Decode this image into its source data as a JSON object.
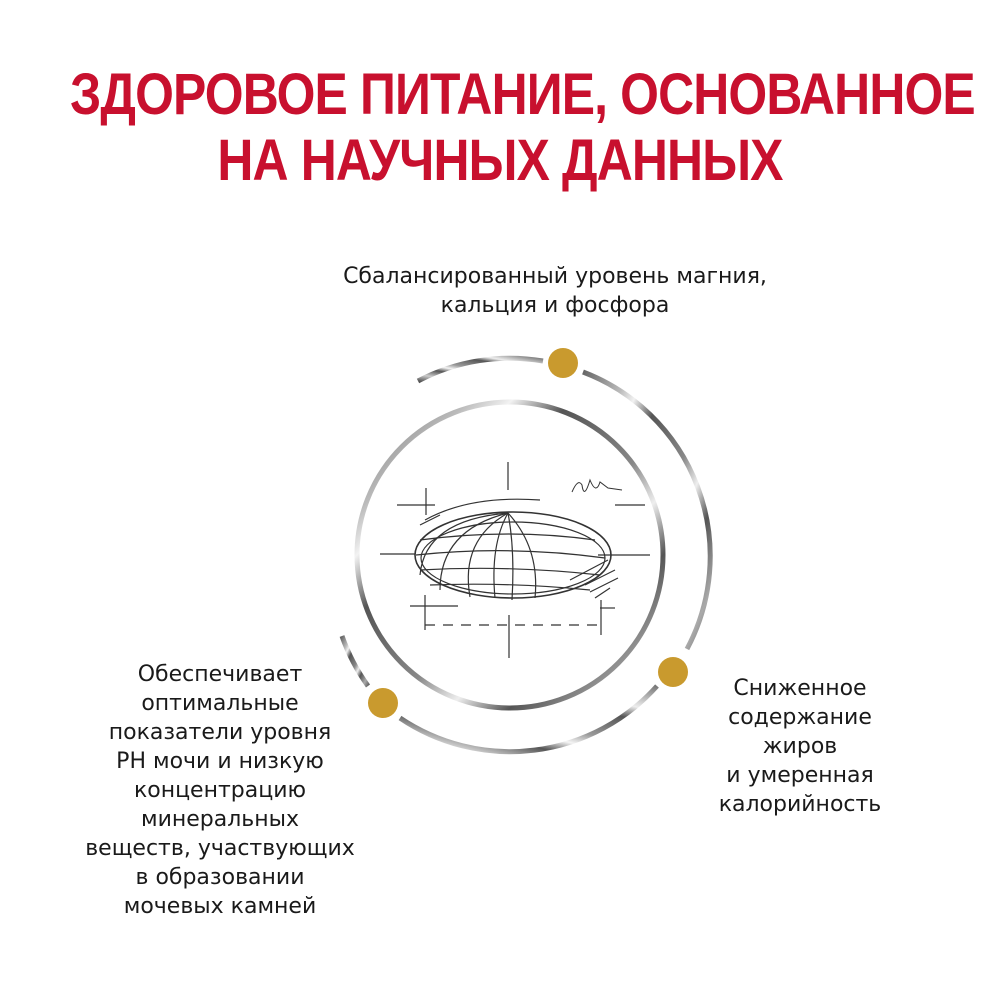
{
  "title": {
    "line1": "ЗДОРОВОЕ ПИТАНИЕ, ОСНОВАННОЕ",
    "line2": "НА НАУЧНЫХ ДАННЫХ"
  },
  "features": {
    "top": {
      "lines": [
        "Сбалансированный уровень магния,",
        "кальция и фосфора"
      ]
    },
    "left": {
      "lines": [
        "Обеспечивает",
        "оптимальные",
        "показатели уровня",
        "PH мочи и низкую",
        "концентрацию",
        "минеральных",
        "веществ, участвующих",
        "в образовании",
        "мочевых камней"
      ]
    },
    "right": {
      "lines": [
        "Сниженное",
        "содержание",
        "жиров",
        "и умеренная",
        "калорийность"
      ]
    }
  },
  "illustration": {
    "icon": "kibble-sketch-icon",
    "accent_color": "#C99A2E",
    "title_color": "#C8102E",
    "ring_color": "#555555"
  }
}
